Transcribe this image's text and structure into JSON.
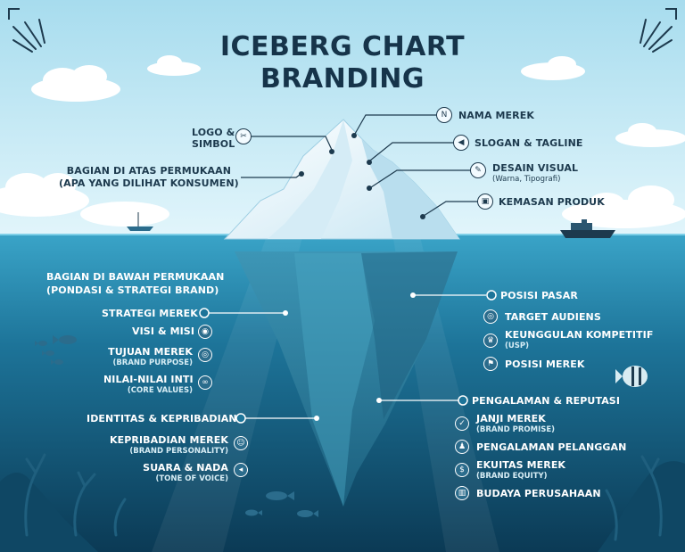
{
  "title": {
    "line1": "ICEBERG CHART",
    "line2": "BRANDING"
  },
  "above": {
    "heading": {
      "line1": "BAGIAN DI ATAS PERMUKAAN",
      "line2": "(APA YANG DILIHAT KONSUMEN)"
    },
    "logo": {
      "line1": "LOGO &",
      "line2": "SIMBOL",
      "icon": "scissors-icon"
    },
    "nama_merek": {
      "label": "NAMA MEREK",
      "icon": "n-badge-icon"
    },
    "slogan": {
      "label": "SLOGAN & TAGLINE",
      "icon": "megaphone-icon"
    },
    "desain": {
      "label": "DESAIN VISUAL",
      "sub": "(Warna, Tipografi)",
      "icon": "pen-icon"
    },
    "kemasan": {
      "label": "KEMASAN PRODUK",
      "icon": "box-icon"
    }
  },
  "below": {
    "heading": {
      "line1": "BAGIAN DI BAWAH PERMUKAAN",
      "line2": "(PONDASI & STRATEGI BRAND)"
    },
    "strategi": {
      "label": "STRATEGI MEREK",
      "items": [
        {
          "label": "VISI & MISI",
          "sub": "",
          "icon": "eye-icon"
        },
        {
          "label": "TUJUAN MEREK",
          "sub": "(BRAND PURPOSE)",
          "icon": "target-icon"
        },
        {
          "label": "NILAI-NILAI INTI",
          "sub": "(CORE VALUES)",
          "icon": "handshake-icon"
        }
      ]
    },
    "identitas": {
      "label": "IDENTITAS & KEPRIBADIAN",
      "items": [
        {
          "label": "KEPRIBADIAN MEREK",
          "sub": "(BRAND PERSONALITY)",
          "icon": "person-icon"
        },
        {
          "label": "SUARA & NADA",
          "sub": "(TONE OF VOICE)",
          "icon": "speaker-icon"
        }
      ]
    },
    "posisi": {
      "label": "POSISI PASAR",
      "items": [
        {
          "label": "TARGET AUDIENS",
          "sub": "",
          "icon": "target-icon"
        },
        {
          "label": "KEUNGGULAN KOMPETITIF",
          "sub": "(USP)",
          "icon": "trophy-icon"
        },
        {
          "label": "POSISI MEREK",
          "sub": "",
          "icon": "flag-icon"
        }
      ]
    },
    "pengalaman": {
      "label": "PENGALAMAN & REPUTASI",
      "items": [
        {
          "label": "JANJI MEREK",
          "sub": "(BRAND PROMISE)",
          "icon": "promise-icon"
        },
        {
          "label": "PENGALAMAN PELANGGAN",
          "sub": "",
          "icon": "people-icon"
        },
        {
          "label": "EKUITAS MEREK",
          "sub": "(BRAND EQUITY)",
          "icon": "coin-icon"
        },
        {
          "label": "BUDAYA PERUSAHAAN",
          "sub": "",
          "icon": "building-icon"
        }
      ]
    }
  },
  "colors": {
    "sky_top": "#a7dcee",
    "sky_bottom": "#e1f5fb",
    "water_surface": "#3aa4c8",
    "deep_water": "#0b3a55",
    "iceberg_above": "#eaf6fc",
    "iceberg_below": "#2c7f9e",
    "title_text": "#16344a",
    "label_dark": "#1d3a4e",
    "label_light": "#ffffff"
  }
}
